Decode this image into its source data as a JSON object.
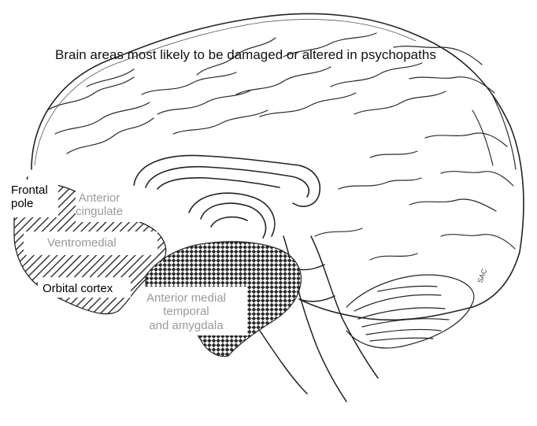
{
  "title": "Brain areas most likely to be damaged or altered in psychopaths",
  "regions": {
    "frontal_pole": {
      "line1": "Frontal",
      "line2": "pole"
    },
    "anterior_cingulate": {
      "line1": "Anterior",
      "line2": "cingulate"
    },
    "ventromedial": {
      "label": "Ventromedial"
    },
    "orbital_cortex": {
      "label": "Orbital cortex"
    },
    "anterior_medial_temporal": {
      "line1": "Anterior medial",
      "line2": "temporal",
      "line3": "and amygdala"
    }
  },
  "colors": {
    "sketch": "#222222",
    "hatch": "#1a1a1a",
    "checker": "#2a2a2a",
    "label_dark": "#000000",
    "label_gray": "#9a9a9a"
  }
}
